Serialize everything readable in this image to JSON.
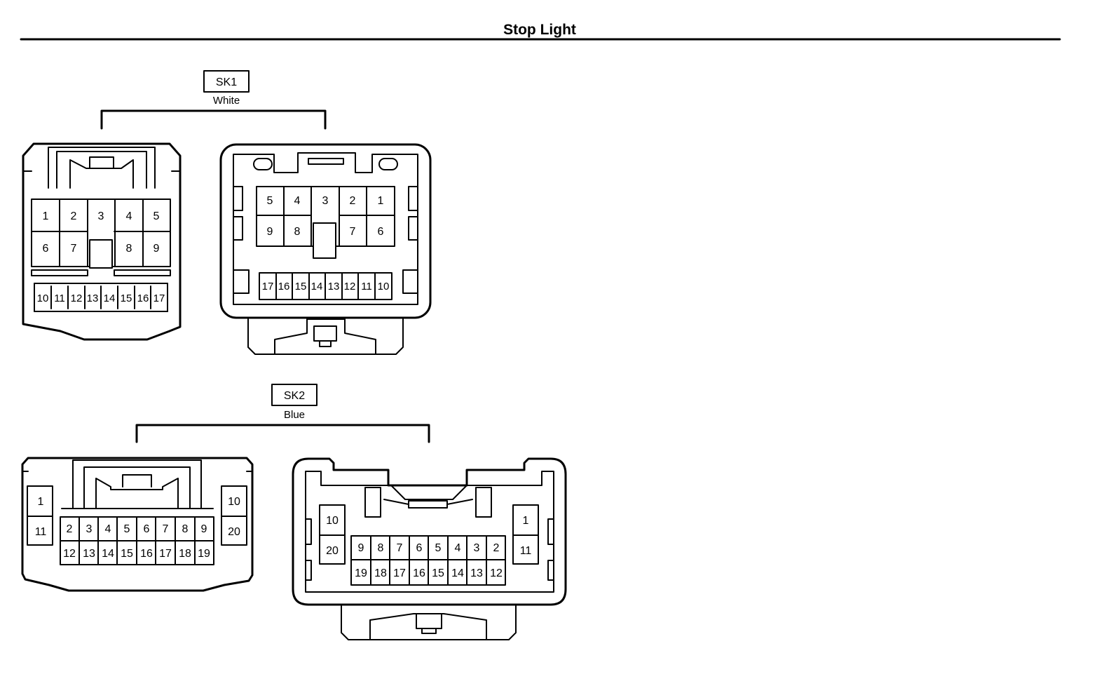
{
  "page": {
    "title": "Stop Light"
  },
  "connectors": [
    {
      "id": "SK1",
      "color": "White",
      "harness_side": {
        "top_row": [
          "1",
          "2",
          "3",
          "4",
          "5"
        ],
        "middle_row": [
          "6",
          "7",
          "8",
          "9"
        ],
        "bottom_row": [
          "10",
          "11",
          "12",
          "13",
          "14",
          "15",
          "16",
          "17"
        ]
      },
      "device_side": {
        "top_row": [
          "5",
          "4",
          "3",
          "2",
          "1"
        ],
        "middle_row": [
          "9",
          "8",
          "7",
          "6"
        ],
        "bottom_row": [
          "17",
          "16",
          "15",
          "14",
          "13",
          "12",
          "11",
          "10"
        ]
      }
    },
    {
      "id": "SK2",
      "color": "Blue",
      "harness_side": {
        "left_column": [
          "1",
          "11"
        ],
        "right_column": [
          "10",
          "20"
        ],
        "top_row": [
          "2",
          "3",
          "4",
          "5",
          "6",
          "7",
          "8",
          "9"
        ],
        "bottom_row": [
          "12",
          "13",
          "14",
          "15",
          "16",
          "17",
          "18",
          "19"
        ]
      },
      "device_side": {
        "left_column": [
          "10",
          "20"
        ],
        "right_column": [
          "1",
          "11"
        ],
        "top_row": [
          "9",
          "8",
          "7",
          "6",
          "5",
          "4",
          "3",
          "2"
        ],
        "bottom_row": [
          "19",
          "18",
          "17",
          "16",
          "15",
          "14",
          "13",
          "12"
        ]
      }
    }
  ]
}
